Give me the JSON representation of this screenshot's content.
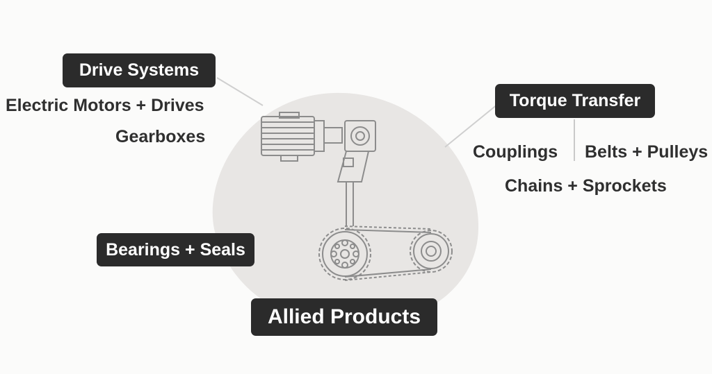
{
  "diagram": {
    "center_label": "Allied Products",
    "groups": [
      {
        "title": "Drive Systems",
        "items": [
          "Electric Motors + Drives",
          "Gearboxes"
        ]
      },
      {
        "title": "Torque Transfer",
        "items": [
          "Couplings",
          "Belts + Pulleys",
          "Chains + Sprockets"
        ]
      },
      {
        "title": "Bearings + Seals",
        "items": []
      }
    ],
    "illustration": [
      "motor-icon",
      "gearbox-icon",
      "chain-sprocket-icon"
    ]
  },
  "colors": {
    "pill_bg": "#2b2b2b",
    "pill_text": "#ffffff",
    "item_text": "#2f2f2f",
    "blob": "#e8e6e4",
    "drawing": "#8c8c8c",
    "connector": "#cfcfcf"
  }
}
